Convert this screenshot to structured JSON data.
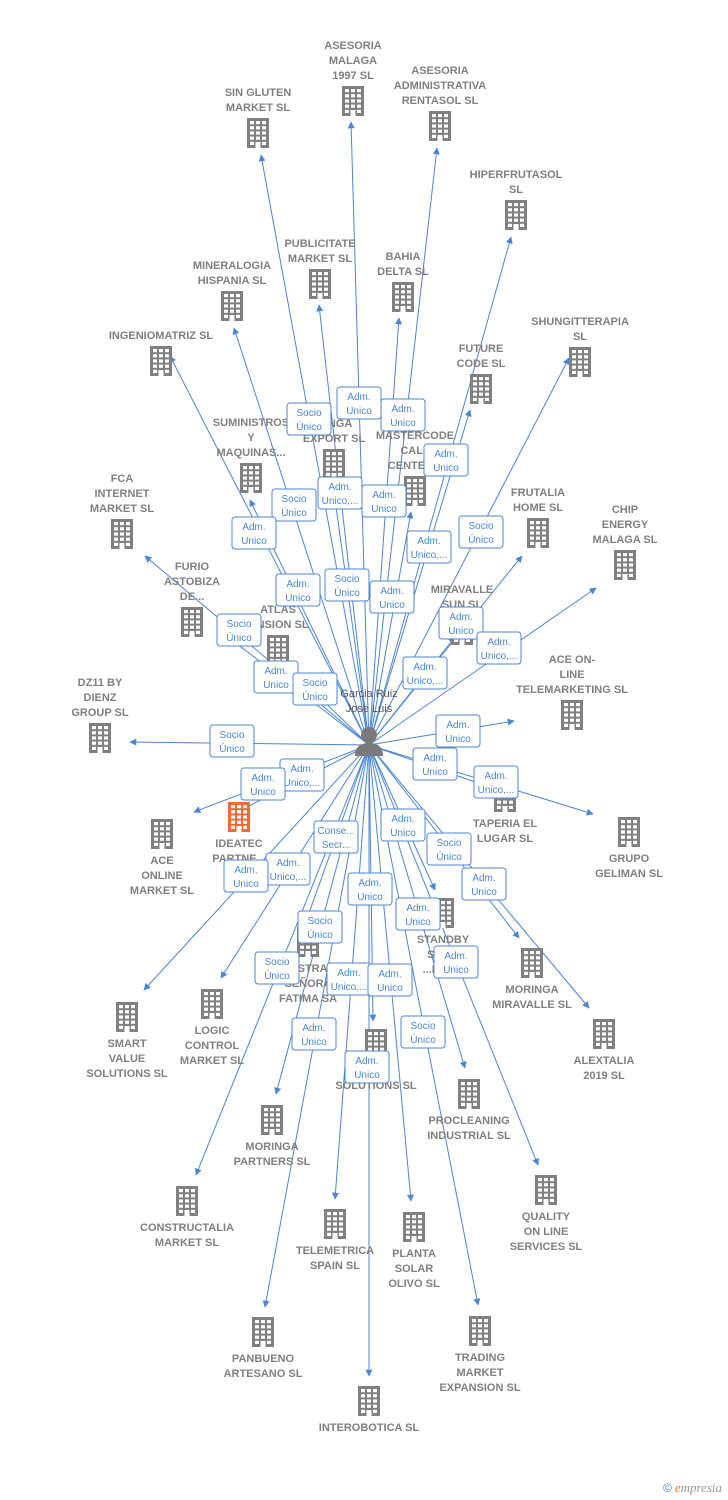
{
  "center": {
    "name_line1": "Garcia Ruiz",
    "name_line2": "Jose Luis",
    "icon": "person-icon"
  },
  "colors": {
    "edge": "#4a86d8",
    "building": "#808080",
    "highlight": "#f06a35",
    "role_border": "#4a86d8"
  },
  "companies": [
    {
      "id": "sin-gluten",
      "label": [
        "SIN GLUTEN",
        "MARKET  SL"
      ]
    },
    {
      "id": "asesoria-malaga",
      "label": [
        "ASESORIA",
        "MALAGA",
        "1997  SL"
      ]
    },
    {
      "id": "asesoria-rentasol",
      "label": [
        "ASESORIA",
        "ADMINISTRATIVA",
        "RENTASOL SL"
      ]
    },
    {
      "id": "hiperfrutasol",
      "label": [
        "HIPERFRUTASOL",
        "SL"
      ]
    },
    {
      "id": "publicitate",
      "label": [
        "PUBLICITATE",
        "MARKET  SL"
      ]
    },
    {
      "id": "bahia-delta",
      "label": [
        "BAHIA",
        "DELTA  SL"
      ]
    },
    {
      "id": "mineralogia",
      "label": [
        "MINERALOGIA",
        "HISPANIA  SL"
      ]
    },
    {
      "id": "ingeniomatriz",
      "label": [
        "INGENIOMATRIZ SL"
      ]
    },
    {
      "id": "shungitterapia",
      "label": [
        "SHUNGITTERAPIA",
        "SL"
      ]
    },
    {
      "id": "future-code",
      "label": [
        "FUTURE",
        "CODE  SL"
      ]
    },
    {
      "id": "suministros",
      "label": [
        "SUMINISTROS",
        "Y",
        "MAQUINAS..."
      ]
    },
    {
      "id": "malaga-export",
      "label": [
        "...INGA",
        "EXPORT  SL"
      ]
    },
    {
      "id": "mastercode",
      "label": [
        "MASTERCODE",
        "CALL",
        "CENTER..."
      ]
    },
    {
      "id": "fca-internet",
      "label": [
        "FCA",
        "INTERNET",
        "MARKET  SL"
      ]
    },
    {
      "id": "frutalia",
      "label": [
        "FRUTALIA",
        "HOME  SL"
      ]
    },
    {
      "id": "chip-energy",
      "label": [
        "CHIP",
        "ENERGY",
        "MALAGA  SL"
      ]
    },
    {
      "id": "furio",
      "label": [
        "FURIO",
        "ASTOBIZA",
        "DE..."
      ]
    },
    {
      "id": "atlas",
      "label": [
        "ATLAS",
        "...NSION  SL"
      ]
    },
    {
      "id": "miravalle-sun",
      "label": [
        "MIRAVALLE",
        "SUN  SL"
      ]
    },
    {
      "id": "ace-online-telemarketing",
      "label": [
        "ACE ON-",
        "LINE",
        "TELEMARKETING SL"
      ]
    },
    {
      "id": "dz11",
      "label": [
        "DZ11 BY",
        "DIENZ",
        "GROUP  SL"
      ]
    },
    {
      "id": "ideatec",
      "label": [
        "IDEATEC",
        "PARTNE..."
      ]
    },
    {
      "id": "ace-online-market",
      "label": [
        "ACE",
        "ONLINE",
        "MARKET  SL"
      ]
    },
    {
      "id": "taperia",
      "label": [
        "TAPERIA EL",
        "LUGAR SL"
      ]
    },
    {
      "id": "grupo-geliman",
      "label": [
        "GRUPO",
        "GELIMAN  SL"
      ]
    },
    {
      "id": "standby",
      "label": [
        "STANDBY",
        "SER...",
        "...PAN..."
      ]
    },
    {
      "id": "moringa-miravalle",
      "label": [
        "MORINGA",
        "MIRAVALLE  SL"
      ]
    },
    {
      "id": "alextalia",
      "label": [
        "ALEXTALIA",
        "2019  SL"
      ]
    },
    {
      "id": "smart-value",
      "label": [
        "SMART",
        "VALUE",
        "SOLUTIONS SL"
      ]
    },
    {
      "id": "logic-control",
      "label": [
        "LOGIC",
        "CONTROL",
        "MARKET  SL"
      ]
    },
    {
      "id": "nuestra-senora",
      "label": [
        "...STRA",
        "SEÑORA",
        "FATIMA SA"
      ]
    },
    {
      "id": "home-solutions",
      "label": [
        "...ME",
        "SOLUTIONS SL"
      ]
    },
    {
      "id": "procleaning",
      "label": [
        "PROCLEANING",
        "INDUSTRIAL SL"
      ]
    },
    {
      "id": "moringa-partners",
      "label": [
        "MORINGA",
        "PARTNERS  SL"
      ]
    },
    {
      "id": "quality-online",
      "label": [
        "QUALITY",
        "ON LINE",
        "SERVICES  SL"
      ]
    },
    {
      "id": "constructalia",
      "label": [
        "CONSTRUCTALIA",
        "MARKET  SL"
      ]
    },
    {
      "id": "telemetrica",
      "label": [
        "TELEMETRICA",
        "SPAIN  SL"
      ]
    },
    {
      "id": "planta-solar",
      "label": [
        "PLANTA",
        "SOLAR",
        "OLIVO SL"
      ]
    },
    {
      "id": "trading-market",
      "label": [
        "TRADING",
        "MARKET",
        "EXPANSION  SL"
      ]
    },
    {
      "id": "panbueno",
      "label": [
        "PANBUENO",
        "ARTESANO  SL"
      ]
    },
    {
      "id": "interobotica",
      "label": [
        "INTEROBOTICA SL"
      ]
    }
  ],
  "roles": [
    [
      "Socio",
      "Único"
    ],
    [
      "Adm.",
      "Unico"
    ],
    [
      "Adm.",
      "Unico"
    ],
    [
      "Adm.",
      "Unico"
    ],
    [
      "Socio",
      "Único"
    ],
    [
      "Adm.",
      "Unico,..."
    ],
    [
      "Adm.",
      "Unico"
    ],
    [
      "Adm.",
      "Unico"
    ],
    [
      "Adm.",
      "Unico,..."
    ],
    [
      "Socio",
      "Único"
    ],
    [
      "Adm.",
      "Unico"
    ],
    [
      "Socio",
      "Único"
    ],
    [
      "Adm.",
      "Unico"
    ],
    [
      "Adm.",
      "Unico"
    ],
    [
      "Adm.",
      "Unico,..."
    ],
    [
      "Socio",
      "Único"
    ],
    [
      "Adm.",
      "Unico"
    ],
    [
      "Socio",
      "Único"
    ],
    [
      "Adm.",
      "Unico,..."
    ],
    [
      "Socio",
      "Único"
    ],
    [
      "Adm.",
      "Unico"
    ],
    [
      "Adm.",
      "Unico,..."
    ],
    [
      "Adm.",
      "Unico"
    ],
    [
      "Adm.",
      "Unico"
    ],
    [
      "Adm.",
      "Unico,..."
    ],
    [
      "Conse...",
      "Secr..."
    ],
    [
      "Adm.",
      "Unico"
    ],
    [
      "Socio",
      "Único"
    ],
    [
      "Adm.",
      "Unico,..."
    ],
    [
      "Adm.",
      "Unico"
    ],
    [
      "Adm.",
      "Unico"
    ],
    [
      "Adm.",
      "Unico"
    ],
    [
      "Socio",
      "Único"
    ],
    [
      "Adm.",
      "Unico"
    ],
    [
      "Socio",
      "Único"
    ],
    [
      "Adm.",
      "Unico,..."
    ],
    [
      "Adm.",
      "Unico"
    ],
    [
      "Adm.",
      "Unico"
    ],
    [
      "Socio",
      "Único"
    ],
    [
      "Adm.",
      "Unico"
    ],
    [
      "Adm.",
      "Unico"
    ]
  ],
  "footer": {
    "copyright": "©",
    "brand_initial": "e",
    "brand_rest": "mpresia"
  }
}
